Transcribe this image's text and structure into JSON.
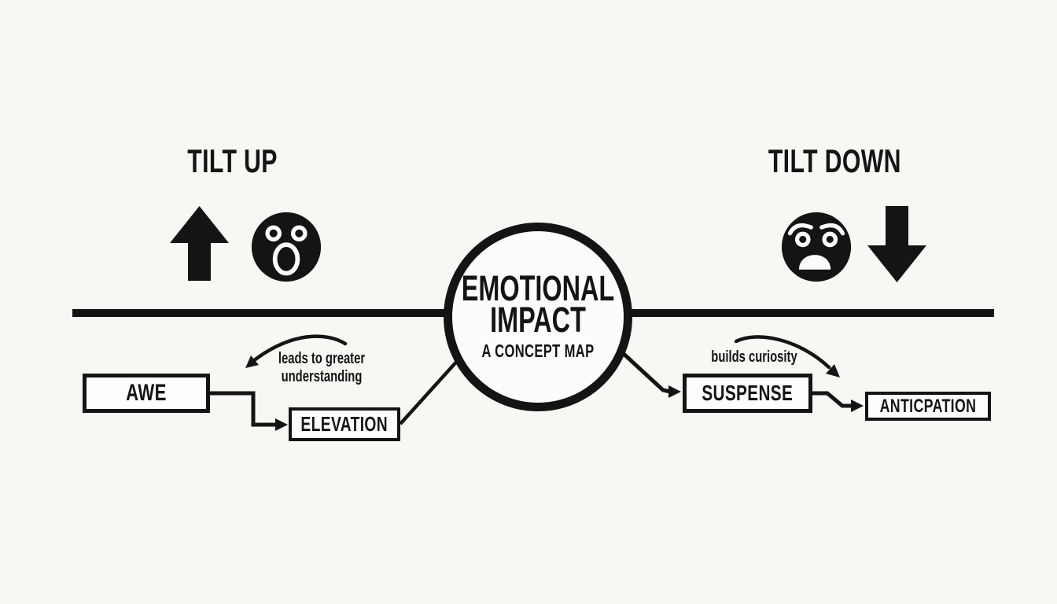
{
  "canvas": {
    "background_color": "#f7f7f4",
    "ink_color": "#141414"
  },
  "center": {
    "title_line1": "EMOTIONAL",
    "title_line2": "IMPACT",
    "subtitle": "A CONCEPT MAP"
  },
  "tilt_up": {
    "heading": "TILT UP",
    "icons": [
      {
        "name": "up-arrow-icon"
      },
      {
        "name": "surprised-face-icon"
      }
    ],
    "nodes": [
      {
        "label": "AWE"
      },
      {
        "label": "ELEVATION"
      }
    ],
    "annotation": {
      "line1": "leads to greater",
      "line2": "understanding"
    }
  },
  "tilt_down": {
    "heading": "TILT DOWN",
    "icons": [
      {
        "name": "anguished-face-icon"
      },
      {
        "name": "down-arrow-icon"
      }
    ],
    "nodes": [
      {
        "label": "SUSPENSE"
      },
      {
        "label": "ANTICPATION"
      }
    ],
    "annotation": {
      "line1": "builds curiosity"
    }
  }
}
